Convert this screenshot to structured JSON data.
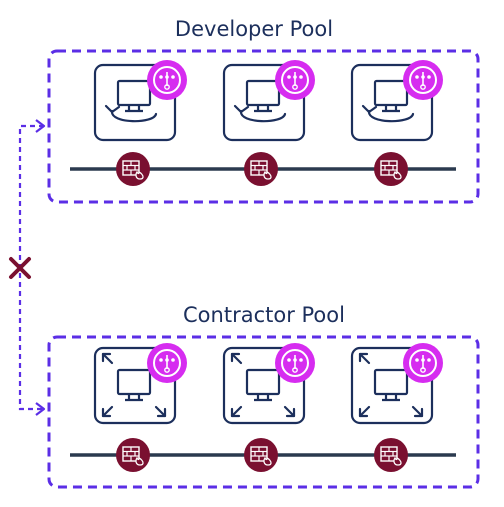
{
  "pools": [
    {
      "title": "Developer Pool",
      "vm_type": "persistent",
      "vm_count": 3,
      "border_color": "#5b2ee6",
      "icons": [
        "monitor-icon",
        "refresh-arrow-icon",
        "connection-hub-icon",
        "firewall-icon"
      ]
    },
    {
      "title": "Contractor Pool",
      "vm_type": "expandable",
      "vm_count": 3,
      "border_color": "#5b2ee6",
      "icons": [
        "monitor-icon",
        "expand-arrows-icon",
        "connection-hub-icon",
        "firewall-icon"
      ]
    }
  ],
  "connector": {
    "status": "blocked",
    "icon": "x-mark-icon",
    "color": "#5b2ee6",
    "blocked_color": "#7a1030"
  },
  "colors": {
    "title": "#1c2f5c",
    "vm_frame": "#1c2f5c",
    "hub_badge": "#d62cf0",
    "firewall_badge": "#7a1030",
    "network_line": "#2b3a4f"
  }
}
